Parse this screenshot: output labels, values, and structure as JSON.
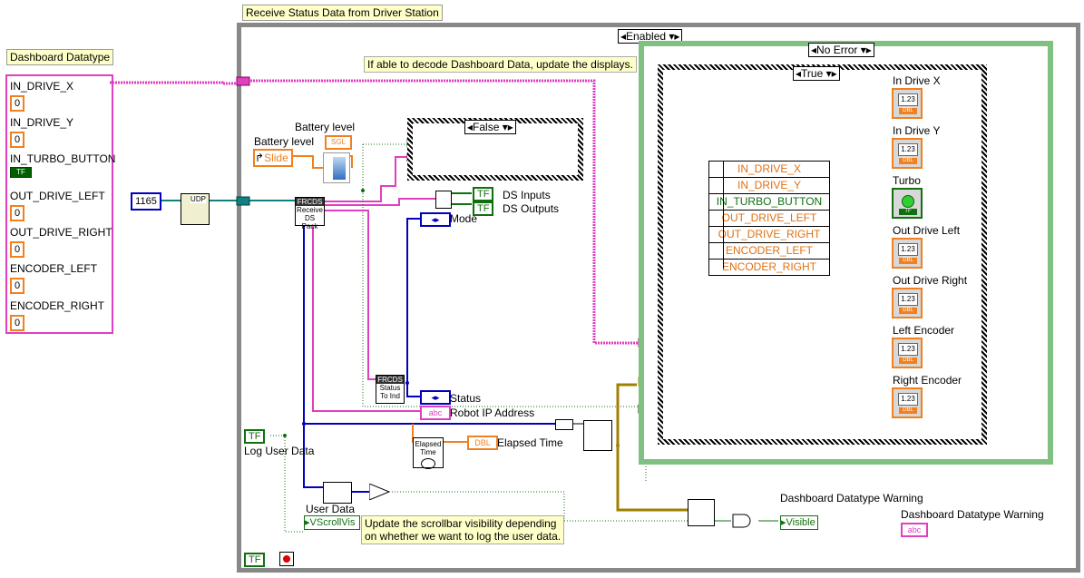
{
  "title": "Receive Status Data from Driver Station",
  "cluster": {
    "label": "Dashboard Datatype",
    "items": [
      {
        "label": "IN_DRIVE_X",
        "value": "0"
      },
      {
        "label": "IN_DRIVE_Y",
        "value": "0"
      },
      {
        "label": "IN_TURBO_BUTTON",
        "value": "TF"
      },
      {
        "label": "OUT_DRIVE_LEFT",
        "value": "0"
      },
      {
        "label": "OUT_DRIVE_RIGHT",
        "value": "0"
      },
      {
        "label": "ENCODER_LEFT",
        "value": "0"
      },
      {
        "label": "ENCODER_RIGHT",
        "value": "0"
      }
    ]
  },
  "port_constant": "1165",
  "enabled_selector": "Enabled",
  "no_error_selector": "No Error",
  "true_selector": "True",
  "false_selector": "False",
  "decode_note": "If able to decode Dashboard Data, update the displays.",
  "scroll_note_line1": "Update the scrollbar visibility depending",
  "scroll_note_line2": "on whether we want to log the user data.",
  "battery": {
    "label1": "Battery level",
    "label2": "Battery level",
    "slide": "Slide",
    "sgl": "SGL"
  },
  "nodes": {
    "receive_ds": "Receive DS Pack",
    "status_to_ind": "Status To Ind",
    "elapsed_time": "Elapsed Time",
    "frcds": "FRCDS",
    "udp": "UDP"
  },
  "terminals": {
    "ds_inputs": "DS Inputs",
    "ds_outputs": "DS Outputs",
    "mode": "Mode",
    "status": "Status",
    "robot_ip": "Robot IP Address",
    "elapsed_time": "Elapsed Time",
    "log_user_data": "Log User Data",
    "user_data": "User Data",
    "vscroll": "VScrollVis",
    "visible": "Visible",
    "warning_1": "Dashboard Datatype Warning",
    "warning_2": "Dashboard Datatype Warning",
    "dbl": "DBL",
    "abc": "abc",
    "tf": "TF"
  },
  "unbundle_rows": [
    "IN_DRIVE_X",
    "IN_DRIVE_Y",
    "IN_TURBO_BUTTON",
    "OUT_DRIVE_LEFT",
    "OUT_DRIVE_RIGHT",
    "ENCODER_LEFT",
    "ENCODER_RIGHT"
  ],
  "indicators": {
    "in_drive_x": "In Drive X",
    "in_drive_y": "In Drive Y",
    "turbo": "Turbo",
    "out_drive_left": "Out Drive Left",
    "out_drive_right": "Out Drive Right",
    "left_encoder": "Left Encoder",
    "right_encoder": "Right Encoder",
    "num_display": "1.23",
    "num_type": "DBL"
  },
  "colors": {
    "cluster_wire": "#e040c0",
    "numeric": "#f08020",
    "boolean": "#107010",
    "int_wire": "#0000c0",
    "case_frame": "#80c080"
  }
}
